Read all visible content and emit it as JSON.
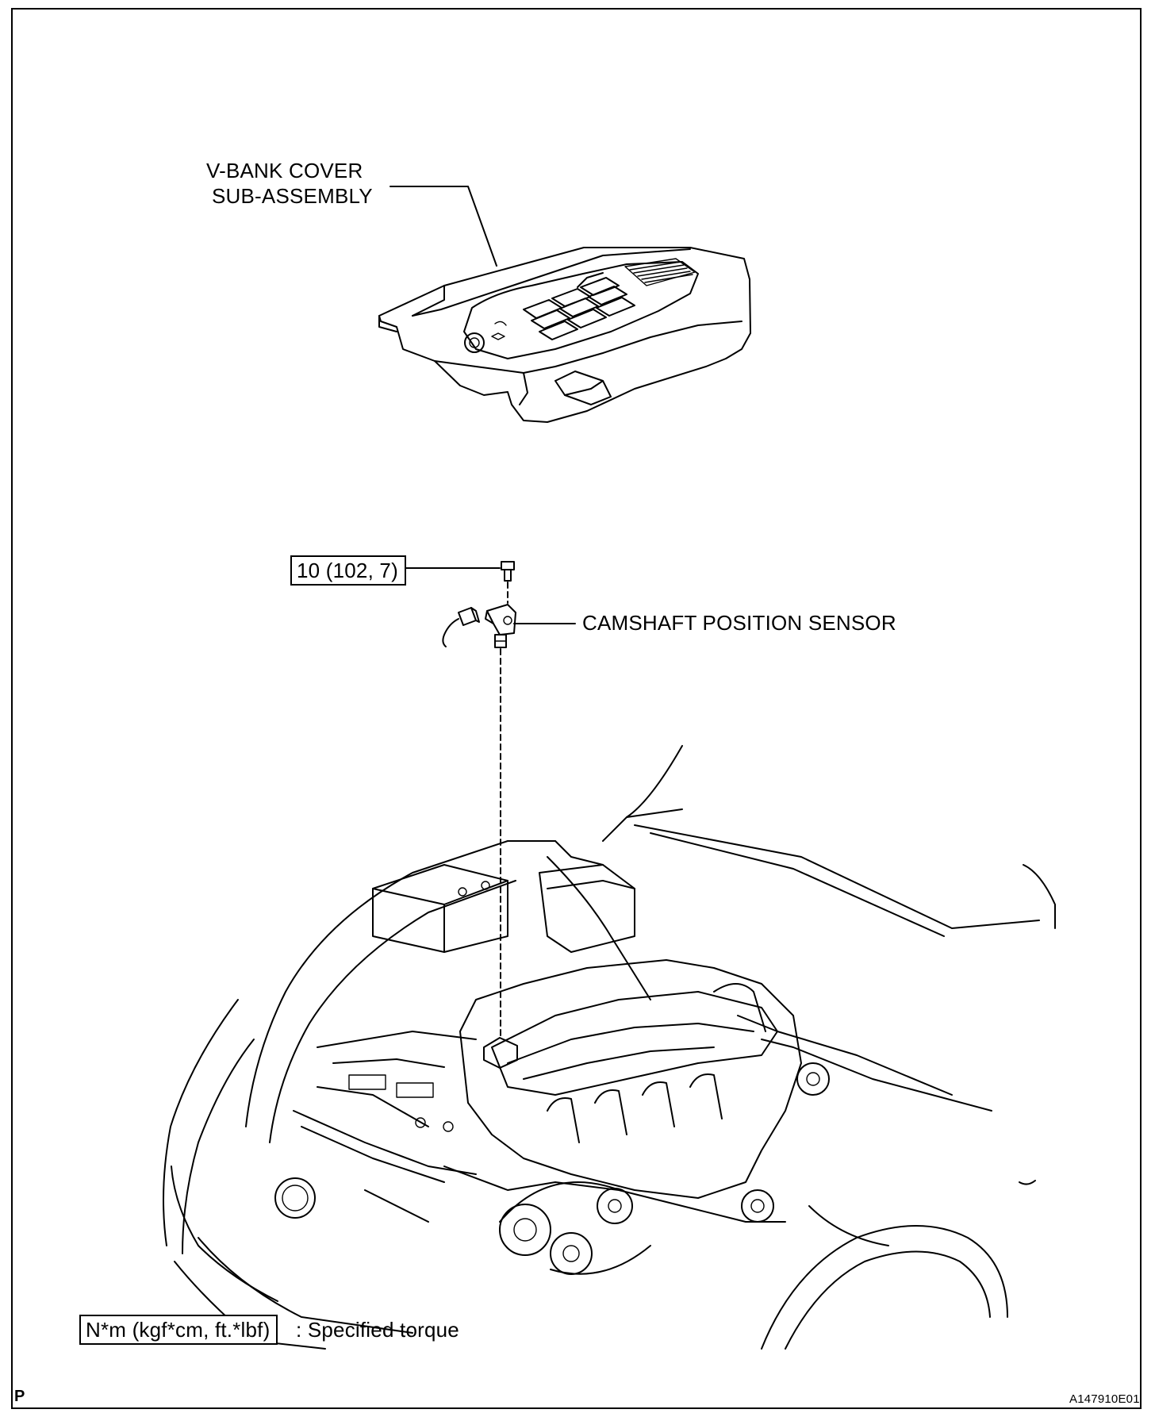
{
  "labels": {
    "vbank_line1": "V-BANK COVER",
    "vbank_line2": "SUB-ASSEMBLY",
    "torque_value": "10 (102, 7)",
    "camshaft_sensor": "CAMSHAFT POSITION SENSOR"
  },
  "legend": {
    "unit_box": "N*m (kgf*cm, ft.*lbf)",
    "description": ": Specified torque"
  },
  "corners": {
    "bottom_left": "P",
    "bottom_right": "A147910E01"
  }
}
